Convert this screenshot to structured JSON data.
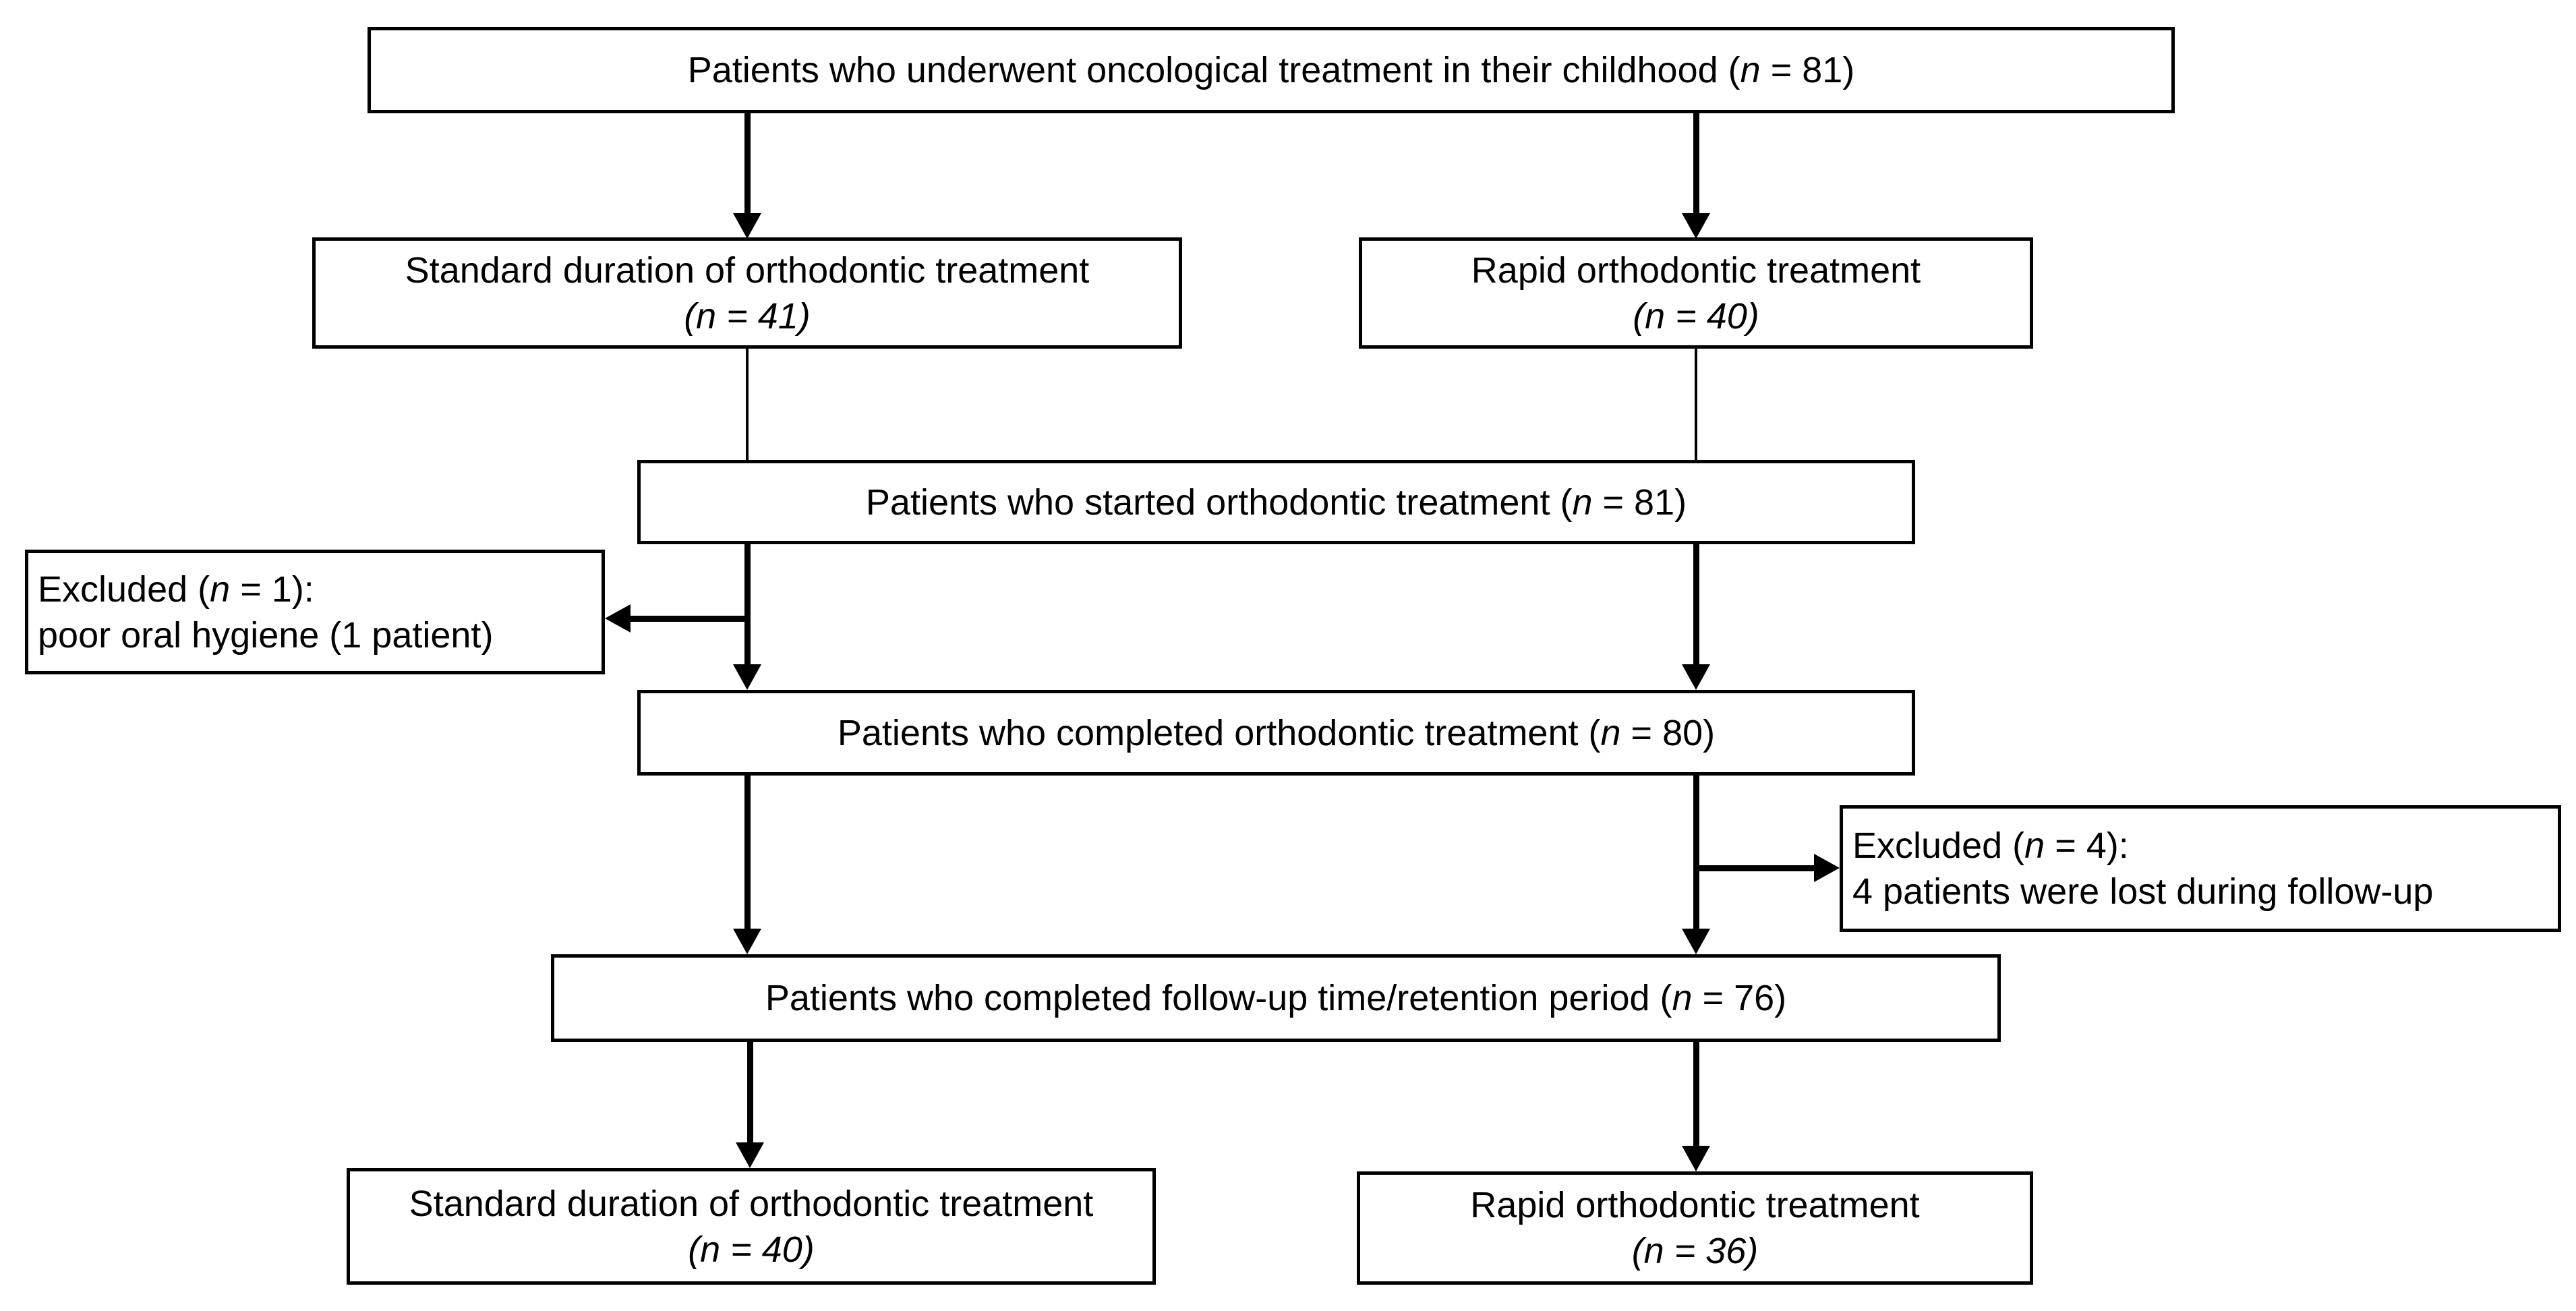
{
  "figure": {
    "type": "patient-flow-diagram",
    "background_color": "#ffffff",
    "box_border_color": "#000000",
    "text_color": "#000000",
    "arrow_color": "#000000"
  },
  "boxes": {
    "oncological": {
      "pre": "Patients who underwent oncological treatment in their childhood (",
      "n": "n",
      "post": " = 81)"
    },
    "standard_initial": {
      "line1": "Standard duration of orthodontic treatment",
      "line2": "(n = 41)"
    },
    "rapid_initial": {
      "line1": "Rapid orthodontic treatment",
      "line2": "(n = 40)"
    },
    "started": {
      "pre": "Patients who started orthodontic treatment (",
      "n": "n",
      "post": " = 81)"
    },
    "excluded_hygiene": {
      "line1_pre": "Excluded (",
      "n": "n",
      "line1_post": " = 1):",
      "line2": "poor oral hygiene (1 patient)"
    },
    "completed": {
      "pre": "Patients who completed orthodontic treatment (",
      "n": "n",
      "post": " = 80)"
    },
    "excluded_followup": {
      "line1_pre": "Excluded (",
      "n": "n",
      "line1_post": " = 4):",
      "line2": "4 patients were lost during follow-up"
    },
    "followup": {
      "pre": "Patients who completed follow-up time/retention period (",
      "n": "n",
      "post": " = 76)"
    },
    "standard_final": {
      "line1": "Standard duration of orthodontic treatment",
      "line2": "(n = 40)"
    },
    "rapid_final": {
      "line1": "Rapid orthodontic treatment",
      "line2": "(n = 36)"
    }
  }
}
